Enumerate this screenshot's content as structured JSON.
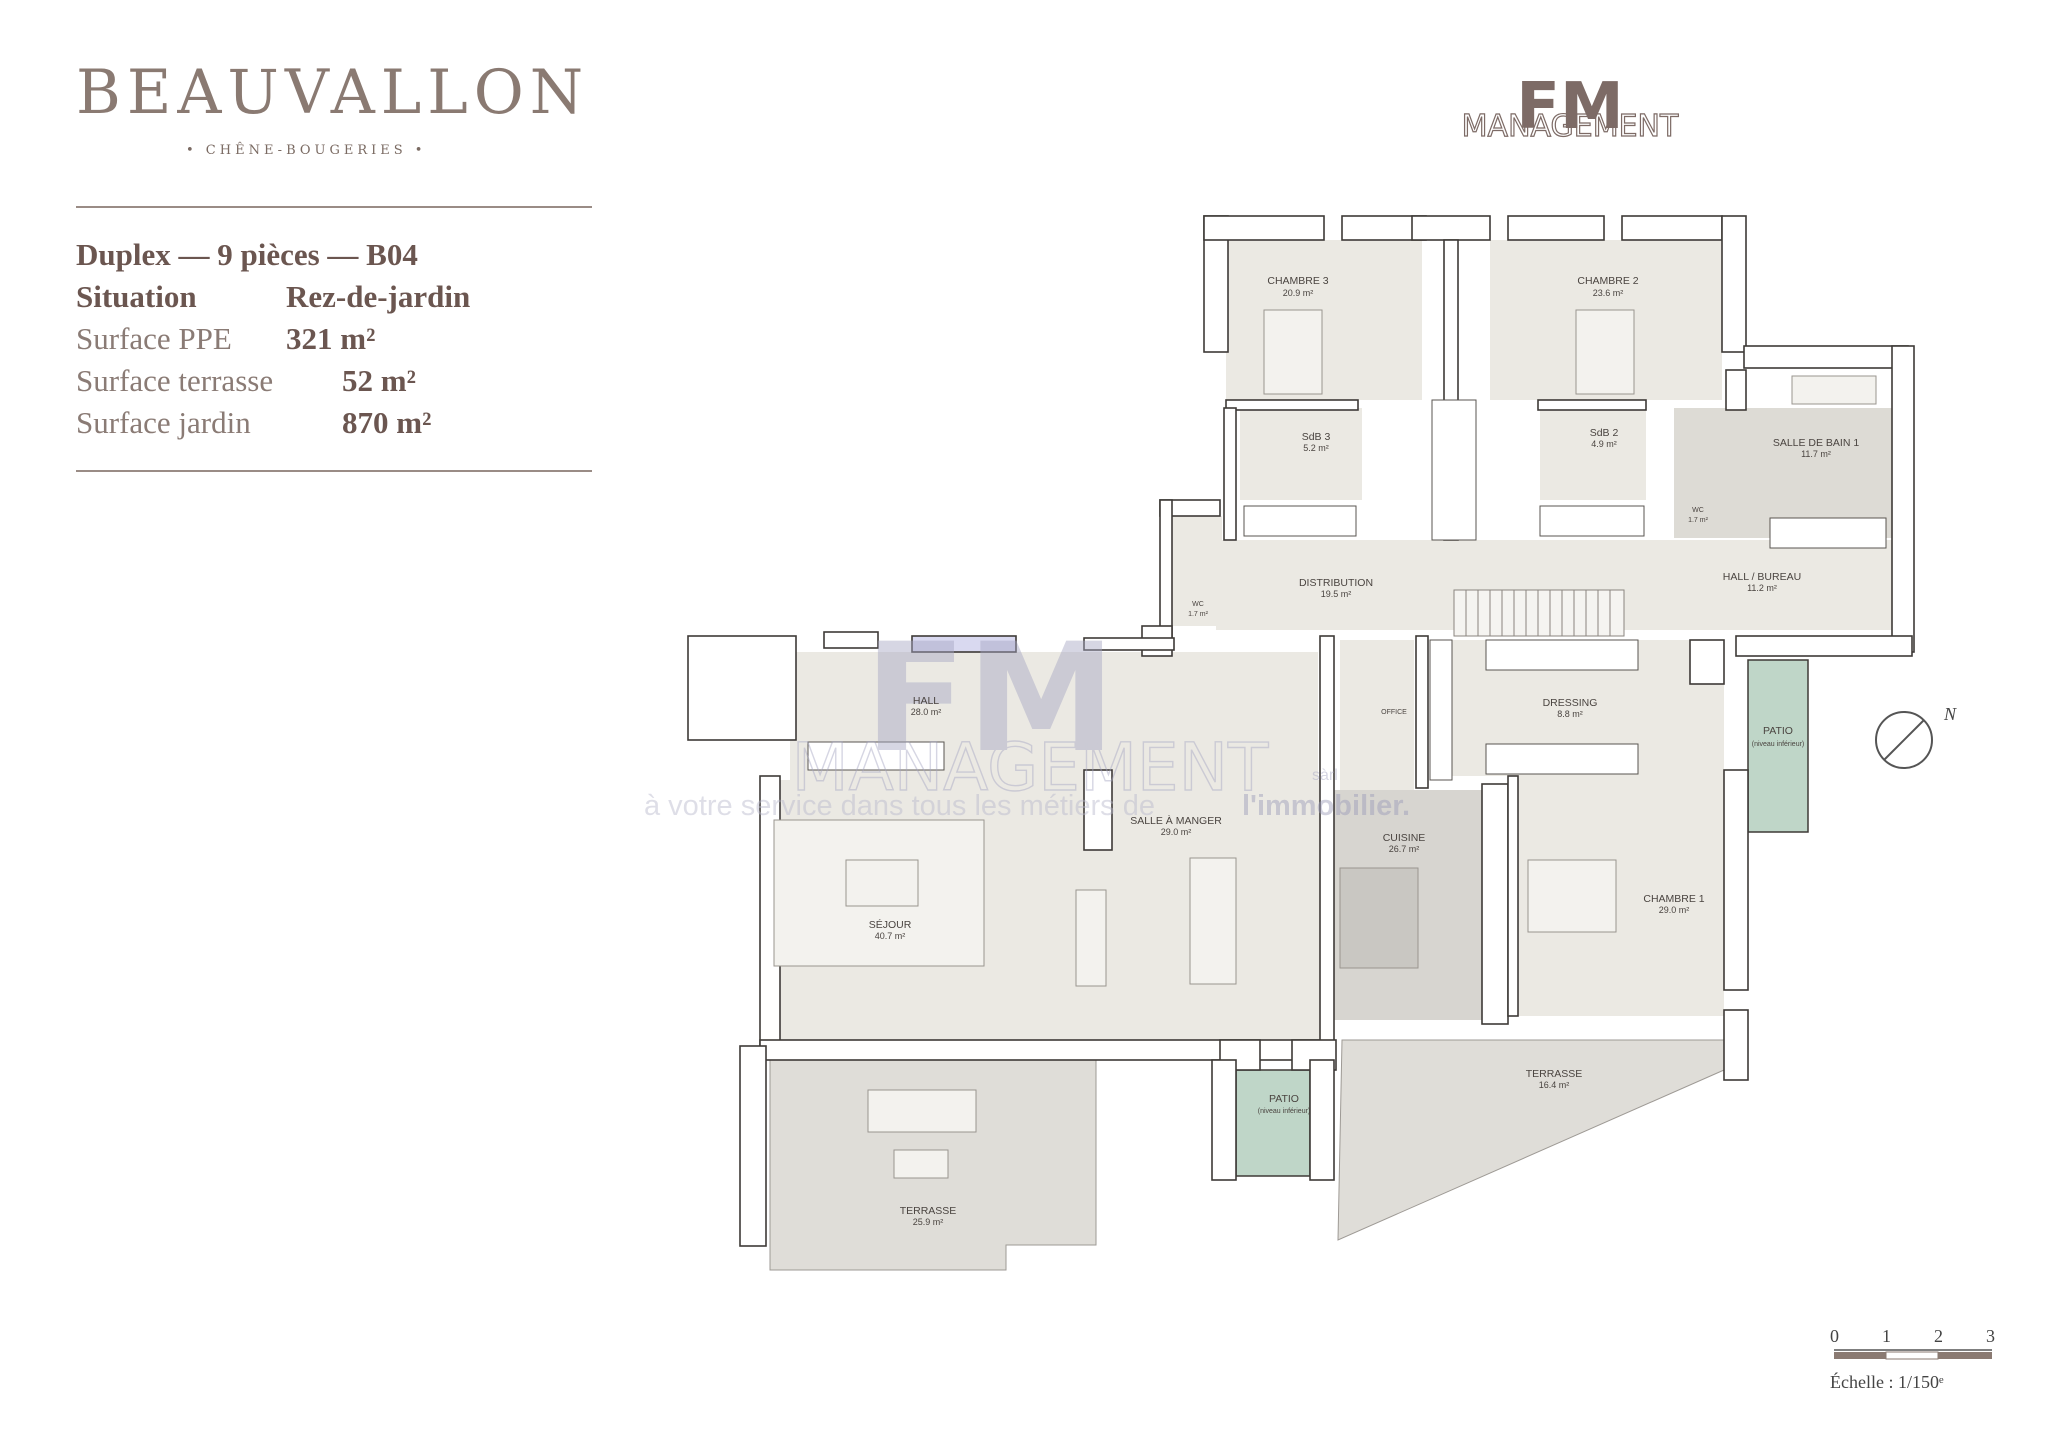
{
  "brand": {
    "title": "BEAUVALLON",
    "subtitle": "• CHÊNE-BOUGERIES •"
  },
  "info": {
    "type_label": "Duplex — 9 pièces — B04",
    "situation_key": "Situation",
    "situation_value": "Rez-de-jardin",
    "surface_ppe_key": "Surface PPE",
    "surface_ppe_value": "321 m²",
    "surface_terrasse_key": "Surface terrasse",
    "surface_terrasse_value": "52 m²",
    "surface_jardin_key": "Surface jardin",
    "surface_jardin_value": "870 m²"
  },
  "logo": {
    "letters": "FM",
    "word": "MANAGEMENT"
  },
  "watermark": {
    "letters": "FM",
    "word": "MANAGEMENT",
    "suffix": "sàrl",
    "tagline_plain": "à votre service dans tous les métiers de ",
    "tagline_bold": "l'immobilier."
  },
  "rooms": [
    {
      "id": "chambre3",
      "name": "CHAMBRE 3",
      "area": "20.9 m²"
    },
    {
      "id": "chambre2",
      "name": "CHAMBRE 2",
      "area": "23.6 m²"
    },
    {
      "id": "sdb3",
      "name": "SdB 3",
      "area": "5.2 m²"
    },
    {
      "id": "sdb2",
      "name": "SdB 2",
      "area": "4.9 m²"
    },
    {
      "id": "sdb1",
      "name": "SALLE DE BAIN 1",
      "area": "11.7 m²"
    },
    {
      "id": "wc_right",
      "name": "WC",
      "area": "1.7 m²"
    },
    {
      "id": "distribution",
      "name": "DISTRIBUTION",
      "area": "19.5 m²"
    },
    {
      "id": "hall_bureau",
      "name": "HALL / BUREAU",
      "area": "11.2 m²"
    },
    {
      "id": "wc_left",
      "name": "WC",
      "area": "1.7 m²"
    },
    {
      "id": "hall",
      "name": "HALL",
      "area": "28.0 m²"
    },
    {
      "id": "office",
      "name": "OFFICE",
      "area": ""
    },
    {
      "id": "dressing",
      "name": "DRESSING",
      "area": "8.8 m²"
    },
    {
      "id": "patio_right",
      "name": "PATIO",
      "area": "(niveau inférieur)"
    },
    {
      "id": "salle_manger",
      "name": "SALLE À MANGER",
      "area": "29.0 m²"
    },
    {
      "id": "cuisine",
      "name": "CUISINE",
      "area": "26.7 m²"
    },
    {
      "id": "chambre1",
      "name": "CHAMBRE 1",
      "area": "29.0 m²"
    },
    {
      "id": "sejour",
      "name": "SÉJOUR",
      "area": "40.7 m²"
    },
    {
      "id": "terrasse_right",
      "name": "TERRASSE",
      "area": "16.4 m²"
    },
    {
      "id": "patio_bottom",
      "name": "PATIO",
      "area": "(niveau inférieur)"
    },
    {
      "id": "terrasse_left",
      "name": "TERRASSE",
      "area": "25.9 m²"
    }
  ],
  "north": {
    "label": "N"
  },
  "scale": {
    "ticks": [
      "0",
      "1",
      "2",
      "3"
    ],
    "label": "Échelle : 1/150ᵉ"
  },
  "colors": {
    "room_fill": "#ebe9e3",
    "wall": "#ffffff",
    "wall_outline": "#3e3a37",
    "terrace_fill": "#dfddd8",
    "kitchen_fill": "#d7d5d0",
    "patio_fill": "#bfd6c8",
    "brand": "#8a7a72"
  }
}
